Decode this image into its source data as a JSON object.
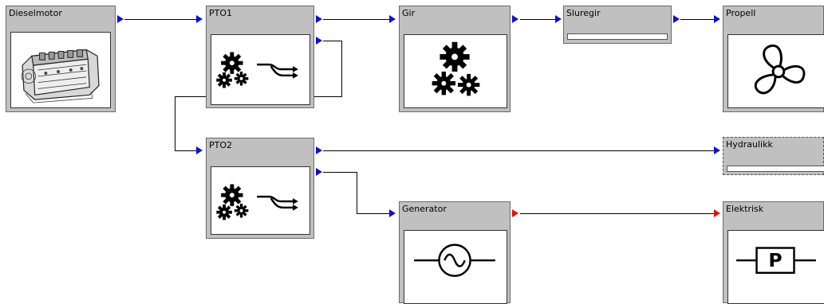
{
  "diagram": {
    "blocks": {
      "dieselmotor": {
        "label": "Dieselmotor"
      },
      "pto1": {
        "label": "PTO1"
      },
      "gir": {
        "label": "Gir"
      },
      "sluregir": {
        "label": "Sluregir"
      },
      "propell": {
        "label": "Propell"
      },
      "pto2": {
        "label": "PTO2"
      },
      "hydraulikk": {
        "label": "Hydraulikk"
      },
      "generator": {
        "label": "Generator"
      },
      "elektrisk": {
        "label": "Elektrisk",
        "icon_text": "P"
      }
    },
    "colors": {
      "block_fill": "#c0c0c0",
      "mechanical_port": "#1010d0",
      "electrical_port": "#e01010",
      "wire": "#000000"
    },
    "icons": {
      "dieselmotor": "engine-icon",
      "pto1": "gears-split-icon",
      "gir": "gears-icon",
      "propell": "propeller-icon",
      "pto2": "gears-split-icon",
      "generator": "ac-source-icon",
      "elektrisk": "power-load-icon"
    }
  }
}
